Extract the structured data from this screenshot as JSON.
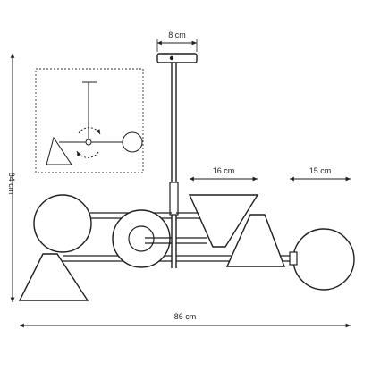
{
  "dimensions": {
    "mount_width": "8 cm",
    "shade_width": "16 cm",
    "globe_width": "15 cm",
    "height": "64 cm",
    "total_width": "86 cm"
  },
  "colors": {
    "line": "#1f1f1f",
    "dashed_box": "#3a3a3a",
    "fill": "#ffffff"
  }
}
